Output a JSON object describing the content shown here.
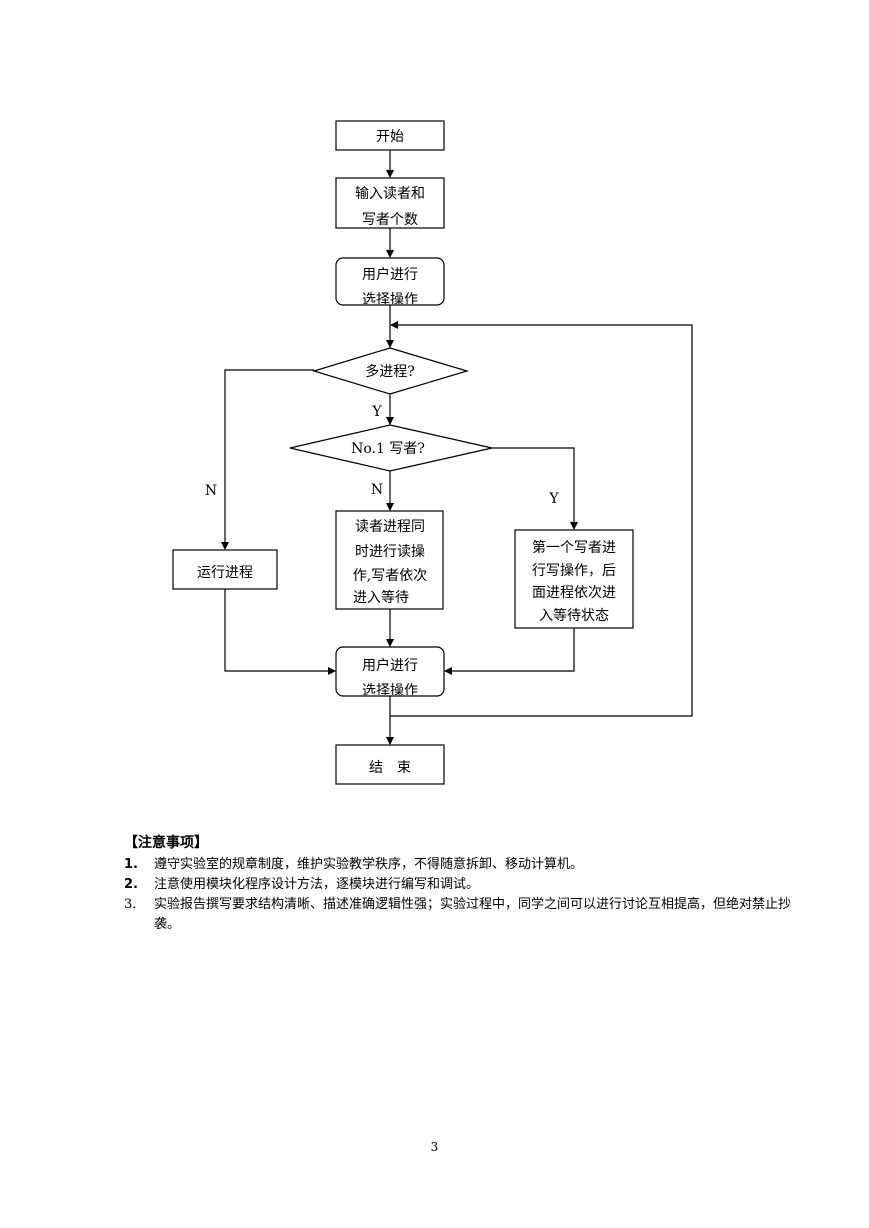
{
  "flowchart": {
    "start": "开始",
    "input": [
      "输入读者和",
      "写者个数"
    ],
    "select1": [
      "用户进行",
      "选择操作"
    ],
    "decision_multi": "多进程?",
    "label_y1": "Y",
    "label_n1": "N",
    "decision_writer": "No.1 写者?",
    "label_n2": "N",
    "label_y2": "Y",
    "run": "运行进程",
    "readers": [
      "读者进程同",
      "时进行读操",
      "作,写者依次",
      "进入等待"
    ],
    "writer": [
      "第一个写者进",
      "行写操作，后",
      "面进程依次进",
      "入等待状态"
    ],
    "select2": [
      "用户进行",
      "选择操作"
    ],
    "end": "结　束"
  },
  "notes": {
    "title": "【注意事项】",
    "items": [
      {
        "num": "1.",
        "text": "遵守实验室的规章制度，维护实验教学秩序，不得随意拆卸、移动计算机。"
      },
      {
        "num": "2.",
        "text": "注意使用模块化程序设计方法，逐模块进行编写和调试。"
      },
      {
        "num": "3.",
        "text": "实验报告撰写要求结构清晰、描述准确逻辑性强；实验过程中，同学之间可以进行讨论互相提高，但绝对禁止抄袭。"
      }
    ]
  },
  "page_number": "3"
}
